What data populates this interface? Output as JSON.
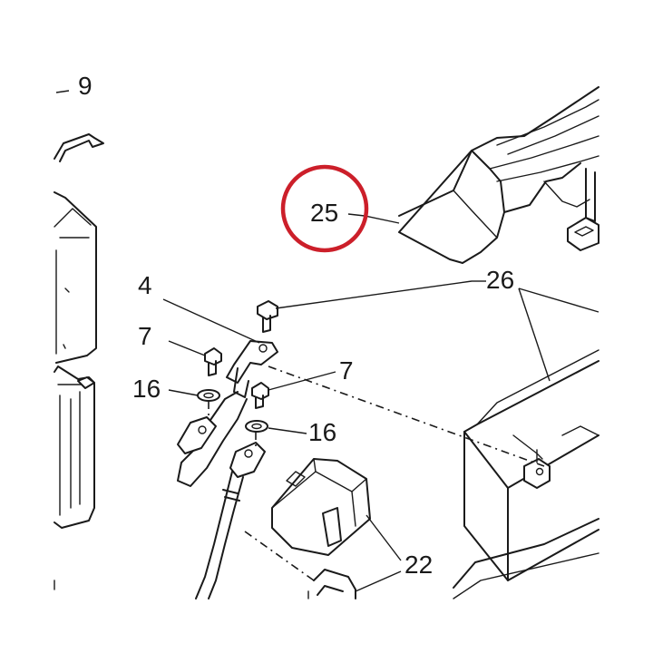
{
  "callouts": {
    "c9": "9",
    "c25": "25",
    "c26": "26",
    "c4": "4",
    "c7a": "7",
    "c7b": "7",
    "c16a": "16",
    "c16b": "16",
    "c22": "22"
  },
  "highlight": {
    "color": "#cc1f2a",
    "target": "25"
  },
  "line_color": "#1a1a1a"
}
